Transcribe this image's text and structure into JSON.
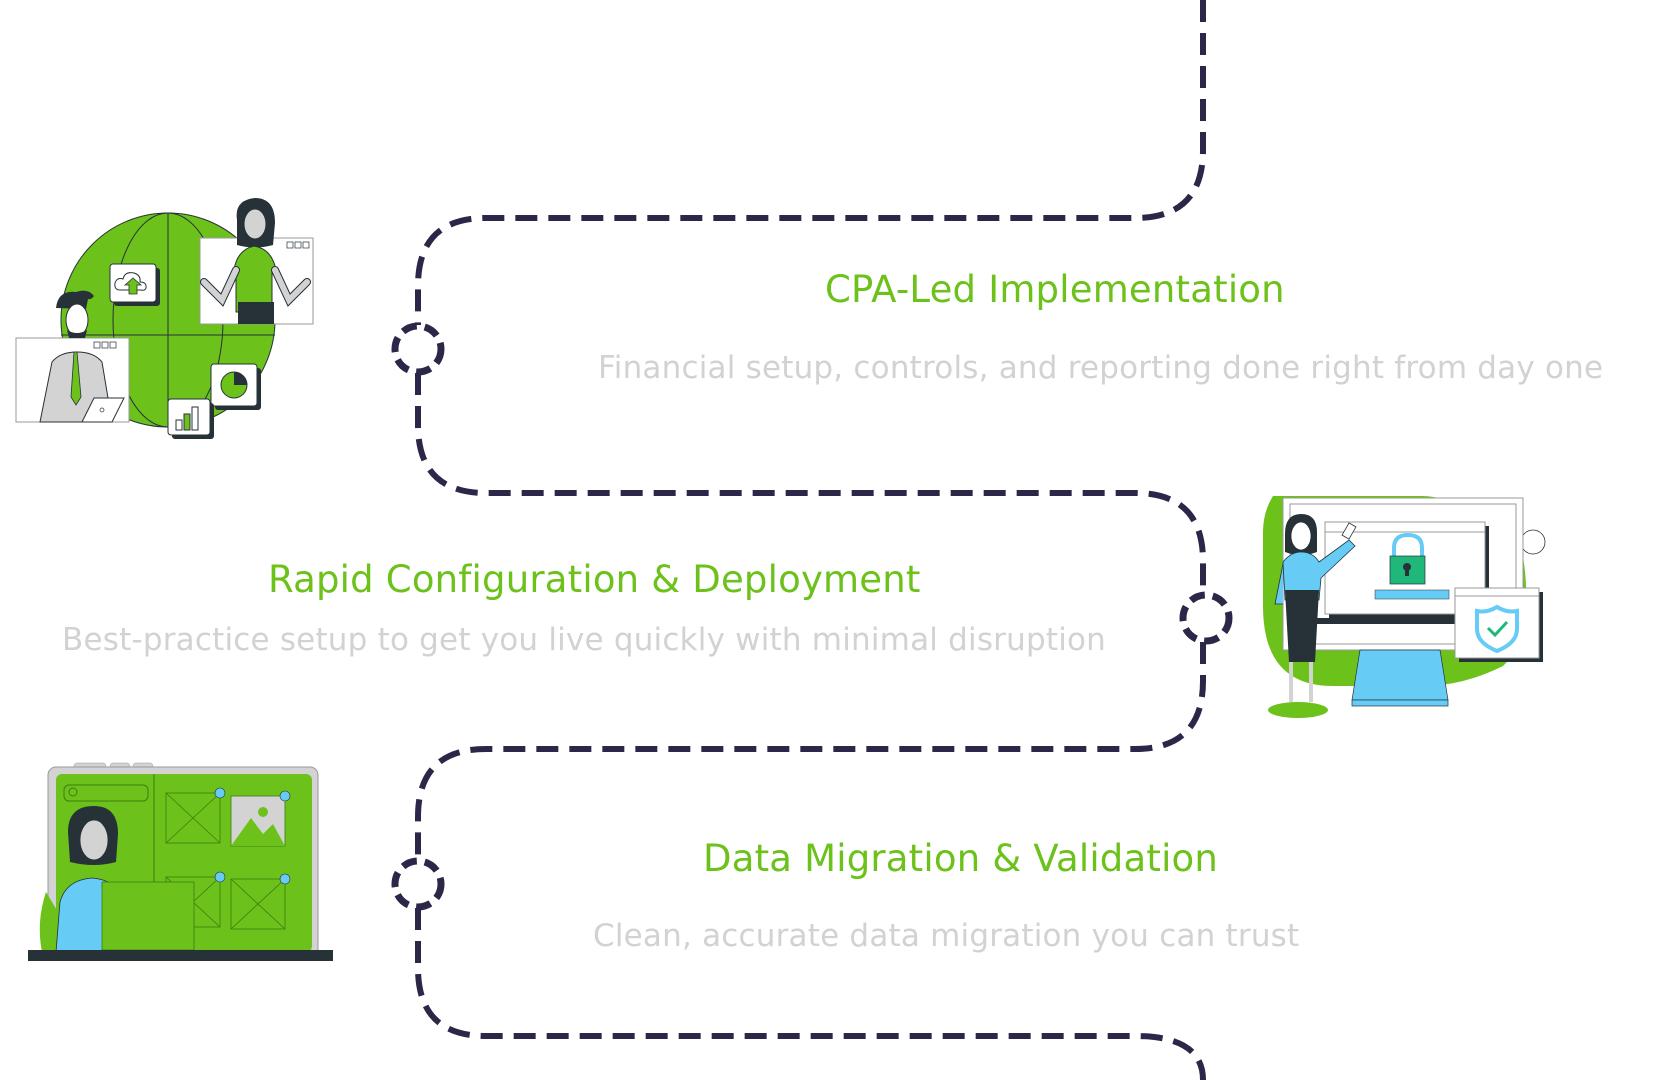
{
  "colors": {
    "accent_green": "#6cc11a",
    "path_navy": "#2a2748",
    "description_gray": "#d2d2d2",
    "illustration_blue": "#66ccf5",
    "illustration_dark": "#263238",
    "illustration_gray": "#d3d3d3",
    "lock_green": "#1fb87a"
  },
  "steps": [
    {
      "title": "CPA-Led Implementation",
      "description": "Financial setup, controls, and reporting done right from day one",
      "illustration": "team-video-call-globe-illustration"
    },
    {
      "title": "Rapid Configuration & Deployment",
      "description": "Best-practice setup to get you live quickly with minimal disruption",
      "illustration": "secure-system-login-illustration"
    },
    {
      "title": "Data Migration & Validation",
      "description": "Clean, accurate data migration you can trust",
      "illustration": "web-layout-design-illustration"
    }
  ]
}
